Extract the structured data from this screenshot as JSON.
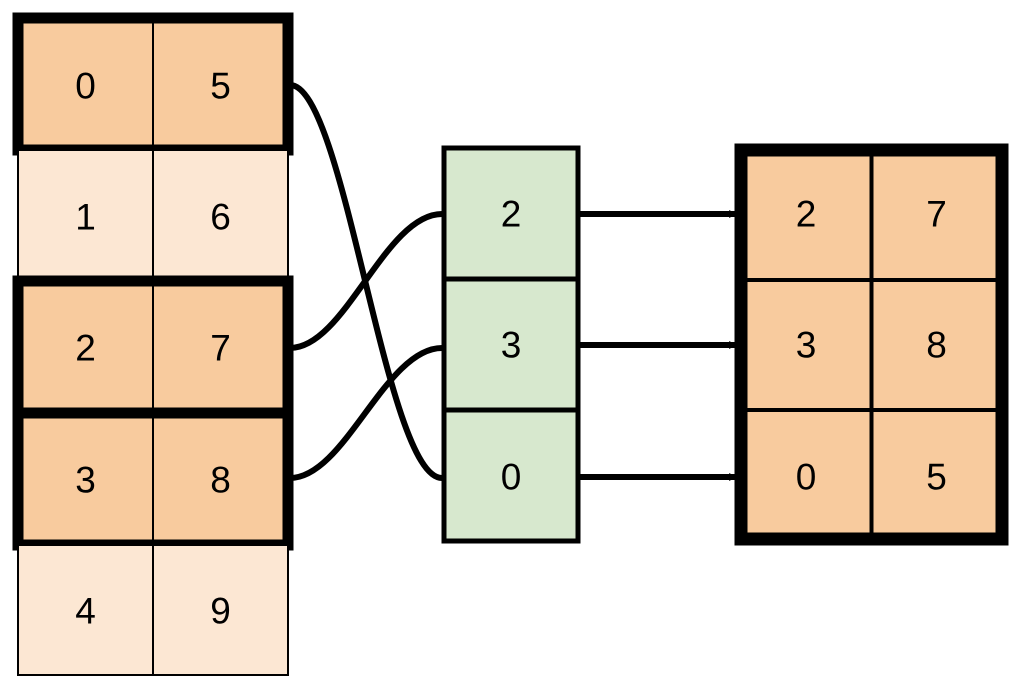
{
  "diagram": {
    "title": "row-gather-permutation-diagram",
    "colors": {
      "highlight_fill": "#f8cb9e",
      "plain_fill": "#fce7d3",
      "index_fill": "#d7e8ce",
      "stroke": "#000000",
      "background": "#ffffff"
    },
    "source_table": {
      "name": "source-table",
      "columns": 2,
      "rows": [
        {
          "index": 0,
          "cells": [
            "0",
            "5"
          ],
          "highlighted": true
        },
        {
          "index": 1,
          "cells": [
            "1",
            "6"
          ],
          "highlighted": false
        },
        {
          "index": 2,
          "cells": [
            "2",
            "7"
          ],
          "highlighted": true
        },
        {
          "index": 3,
          "cells": [
            "3",
            "8"
          ],
          "highlighted": true
        },
        {
          "index": 4,
          "cells": [
            "4",
            "9"
          ],
          "highlighted": false
        }
      ]
    },
    "index_column": {
      "name": "index-column",
      "cells": [
        "2",
        "3",
        "0"
      ]
    },
    "result_table": {
      "name": "result-table",
      "columns": 2,
      "rows": [
        {
          "cells": [
            "2",
            "7"
          ]
        },
        {
          "cells": [
            "3",
            "8"
          ]
        },
        {
          "cells": [
            "0",
            "5"
          ]
        }
      ]
    },
    "curves": [
      {
        "name": "curve-source-row-0-to-index-2",
        "from_row": 0,
        "to_index_slot": 2
      },
      {
        "name": "curve-source-row-2-to-index-0",
        "from_row": 2,
        "to_index_slot": 0
      },
      {
        "name": "curve-source-row-3-to-index-1",
        "from_row": 3,
        "to_index_slot": 1
      }
    ],
    "arrows": [
      {
        "name": "arrow-index-0-to-result-row-0",
        "from_index_slot": 0,
        "to_result_row": 0
      },
      {
        "name": "arrow-index-1-to-result-row-1",
        "from_index_slot": 1,
        "to_result_row": 1
      },
      {
        "name": "arrow-index-2-to-result-row-2",
        "from_index_slot": 2,
        "to_result_row": 2
      }
    ]
  }
}
